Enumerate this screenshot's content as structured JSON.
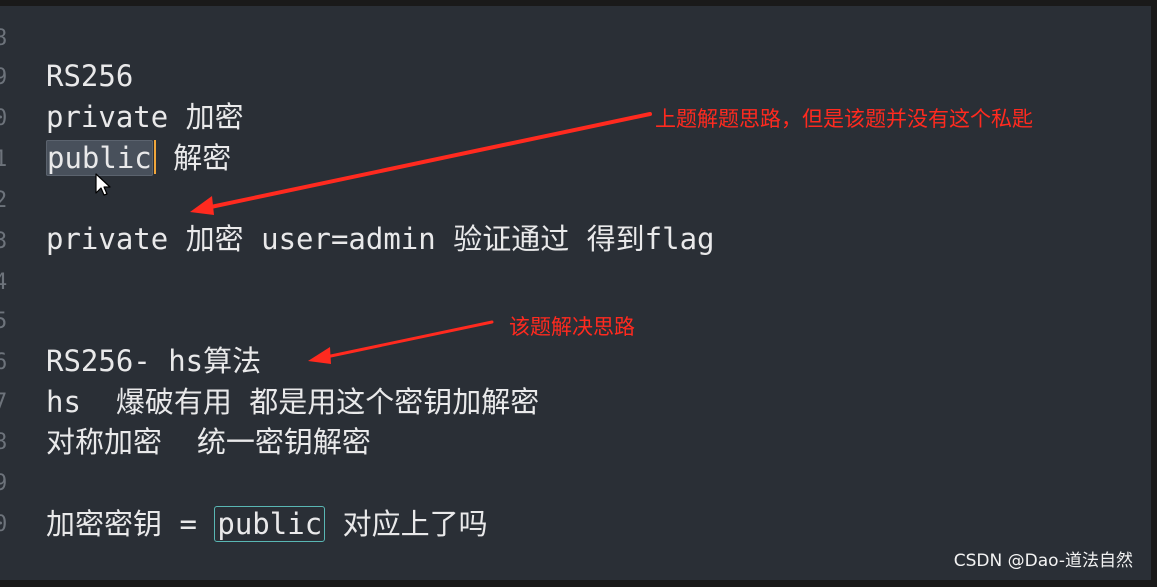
{
  "gutter": {
    "numbers": [
      "8",
      "9",
      "0",
      "1",
      "2",
      "3",
      "4",
      "5",
      "6",
      "7",
      "8",
      "9",
      "0"
    ]
  },
  "lines": {
    "l1": "RS256",
    "l2": "private 加密",
    "l3_sel": "public",
    "l3_rest": " 解密",
    "l4": "private 加密 user=admin 验证通过 得到flag",
    "l5": "RS256- hs算法",
    "l6": "hs  爆破有用 都是用这个密钥加解密",
    "l7": "对称加密  统一密钥解密",
    "l8_pre": "加密密钥 = ",
    "l8_box": "public",
    "l8_post": " 对应上了吗"
  },
  "annotations": {
    "a1": "上题解题思路，但是该题并没有这个私匙",
    "a2": "该题解决思路"
  },
  "watermark": "CSDN @Dao-道法自然",
  "colors": {
    "editor_bg": "#2a2f36",
    "text": "#e9e9ea",
    "annotation": "#ff2a1f",
    "caret": "#f0a63b",
    "box": "#59b7b4"
  }
}
